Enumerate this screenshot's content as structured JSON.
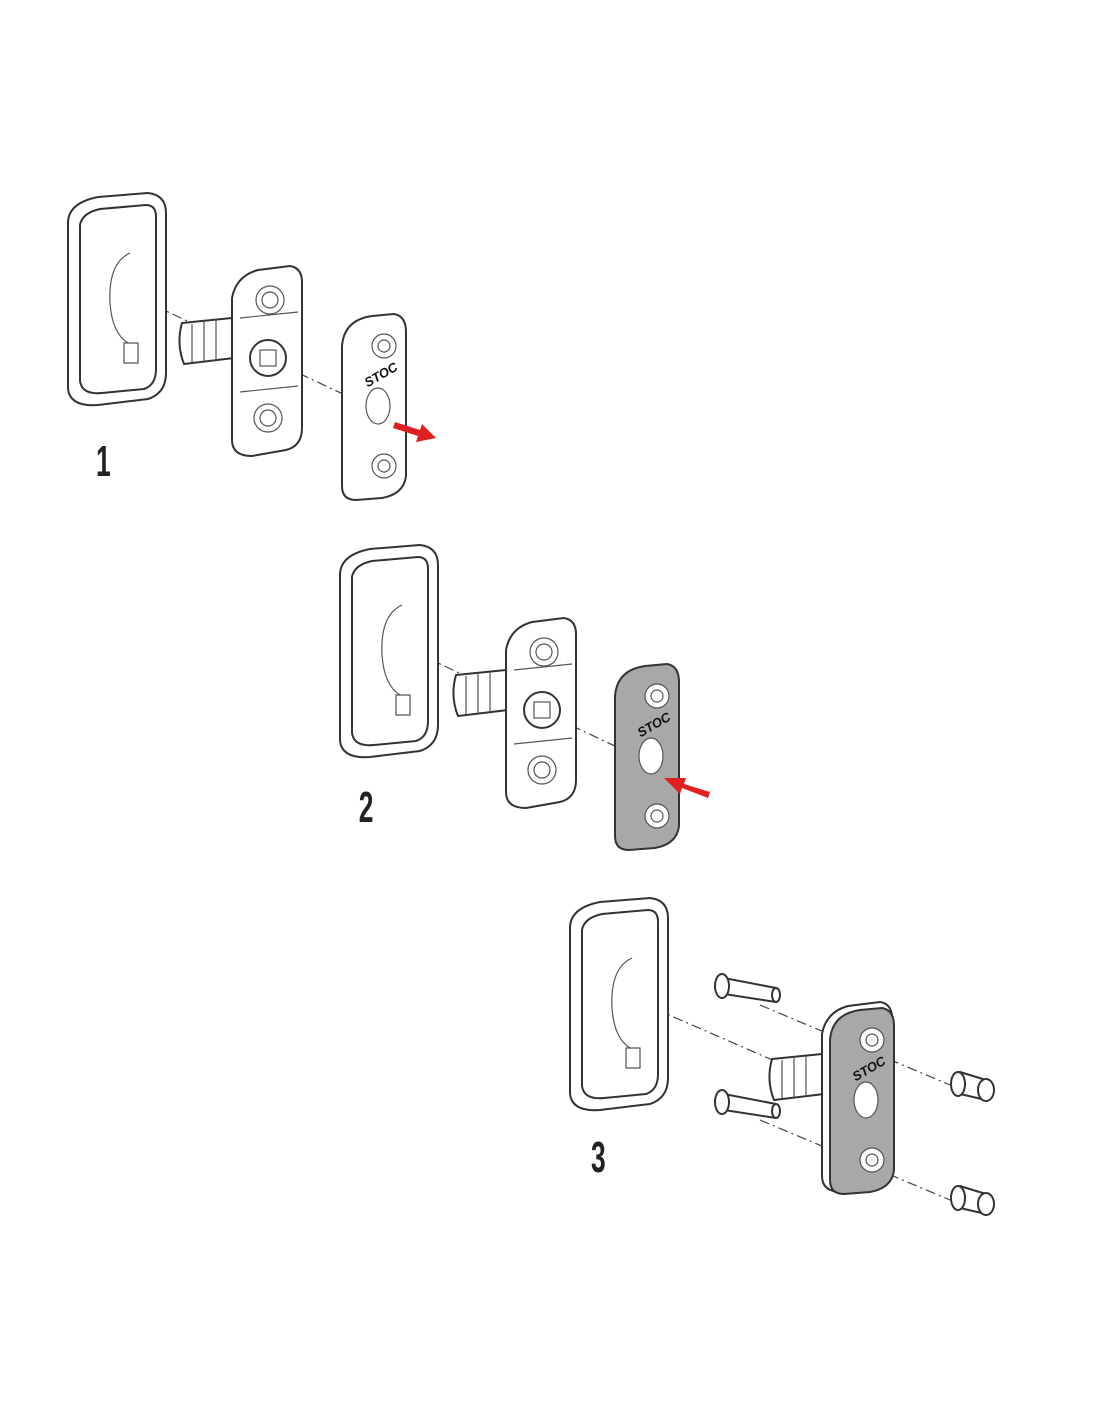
{
  "steps": [
    {
      "label": "1",
      "plate_state": "remove",
      "arrow_direction": "out"
    },
    {
      "label": "2",
      "plate_state": "insert",
      "arrow_direction": "in"
    },
    {
      "label": "3",
      "plate_state": "assembled",
      "arrow_direction": "none"
    }
  ],
  "logo_text": "STOC",
  "colors": {
    "arrow": "#e02020",
    "plate_highlight": "#a8a8a8",
    "line": "#333333"
  }
}
